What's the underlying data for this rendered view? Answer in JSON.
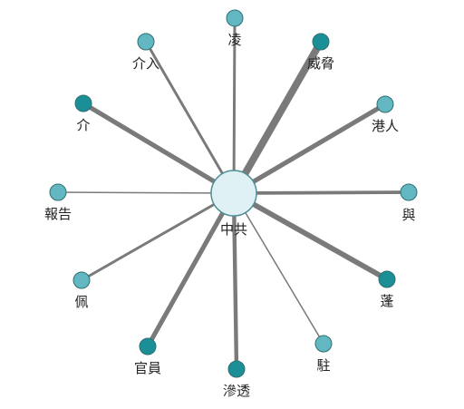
{
  "center": {
    "label": "中共"
  },
  "colors": {
    "edge": "#7a7a7a",
    "center_fill": "#dff1f5",
    "node_fill_dark": "#1a8f96",
    "node_fill_light": "#63b7c0"
  },
  "nodes": [
    {
      "label": "凌",
      "weight": 3,
      "shade": "light"
    },
    {
      "label": "威脅",
      "weight": 10,
      "shade": "dark"
    },
    {
      "label": "港人",
      "weight": 6,
      "shade": "light"
    },
    {
      "label": "與",
      "weight": 4,
      "shade": "light"
    },
    {
      "label": "蓬",
      "weight": 7,
      "shade": "dark"
    },
    {
      "label": "駐",
      "weight": 1,
      "shade": "light"
    },
    {
      "label": "滲透",
      "weight": 5,
      "shade": "dark"
    },
    {
      "label": "官員",
      "weight": 6,
      "shade": "dark"
    },
    {
      "label": "佩",
      "weight": 3,
      "shade": "light"
    },
    {
      "label": "報告",
      "weight": 1,
      "shade": "light"
    },
    {
      "label": "介",
      "weight": 6,
      "shade": "dark"
    },
    {
      "label": "介入",
      "weight": 3,
      "shade": "light"
    }
  ]
}
